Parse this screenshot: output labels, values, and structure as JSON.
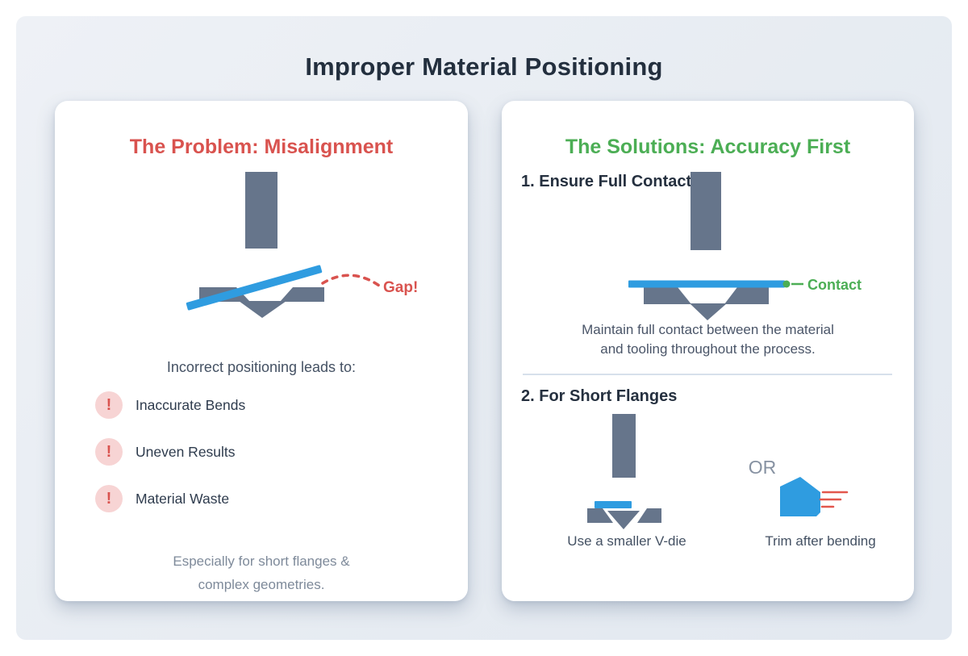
{
  "title": "Improper Material Positioning",
  "problem_card": {
    "heading": "The Problem: Misalignment",
    "gap_label": "Gap!",
    "lead_text": "Incorrect positioning leads to:",
    "exclamation_glyph": "!",
    "issues": [
      {
        "label": "Inaccurate Bends"
      },
      {
        "label": "Uneven Results"
      },
      {
        "label": "Material Waste"
      }
    ],
    "footnote": {
      "line1": "Especially for short flanges &",
      "line2": "complex geometries."
    }
  },
  "solutions_card": {
    "heading": "The Solutions: Accuracy First",
    "section1": {
      "heading": "1. Ensure Full Contact",
      "contact_label": "Contact",
      "caption_line1": "Maintain full contact between the material",
      "caption_line2": "and tooling throughout the process."
    },
    "section2": {
      "heading": "2. For Short Flanges",
      "or_label": "OR",
      "option1_caption": "Use a smaller V-die",
      "option2_caption": "Trim after bending"
    }
  },
  "colors": {
    "accent_red": "#D9534F",
    "accent_green": "#4CAE55",
    "accent_blue": "#2F9CE0",
    "tool_gray": "#66758B",
    "canvas_bg": "#E8EDF2",
    "dark_text": "#25303F",
    "body_text": "#445163",
    "muted_text": "#7E8A9A"
  }
}
